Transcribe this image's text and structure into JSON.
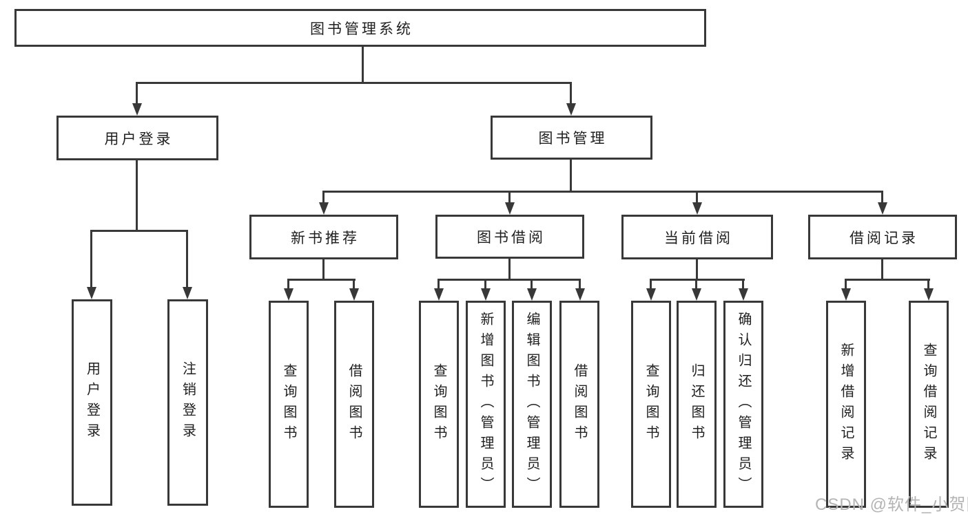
{
  "title": "图书管理系统",
  "tree": {
    "root": "图书管理系统",
    "children": [
      {
        "label": "用户登录",
        "children": [
          "用户登录",
          "注销登录"
        ]
      },
      {
        "label": "图书管理",
        "children": [
          {
            "label": "新书推荐",
            "children": [
              "查询图书",
              "借阅图书"
            ]
          },
          {
            "label": "图书借阅",
            "children": [
              "查询图书",
              "新增图书（管理员）",
              "编辑图书（管理员）",
              "借阅图书"
            ]
          },
          {
            "label": "当前借阅",
            "children": [
              "查询图书",
              "归还图书",
              "确认归还（管理员）"
            ]
          },
          {
            "label": "借阅记录",
            "children": [
              "新增借阅记录",
              "查询借阅记录"
            ]
          }
        ]
      }
    ]
  },
  "watermark": "CSDN @软件_小贺同学",
  "colors": {
    "line": "#383838",
    "text": "#1f1f1f",
    "watermark": "#b4b4b4",
    "background": "#ffffff"
  }
}
